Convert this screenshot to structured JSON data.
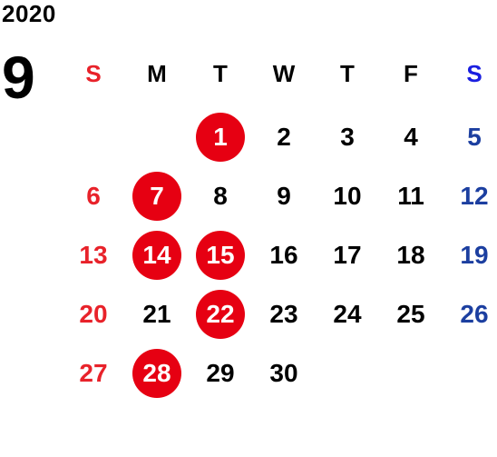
{
  "year": "2020",
  "month": "9",
  "weekdays": [
    "S",
    "M",
    "T",
    "W",
    "T",
    "F",
    "S"
  ],
  "weeks": [
    [
      "",
      "",
      "1",
      "2",
      "3",
      "4",
      "5"
    ],
    [
      "6",
      "7",
      "8",
      "9",
      "10",
      "11",
      "12"
    ],
    [
      "13",
      "14",
      "15",
      "16",
      "17",
      "18",
      "19"
    ],
    [
      "20",
      "21",
      "22",
      "23",
      "24",
      "25",
      "26"
    ],
    [
      "27",
      "28",
      "29",
      "30",
      "",
      "",
      ""
    ]
  ],
  "highlighted_days": [
    "1",
    "7",
    "14",
    "15",
    "22",
    "28"
  ],
  "colors": {
    "sunday": "#e8222a",
    "saturday": "#1c3fa0",
    "saturday_header": "#1a1fe0",
    "highlight_circle": "#e60012",
    "weekday": "#000000"
  }
}
